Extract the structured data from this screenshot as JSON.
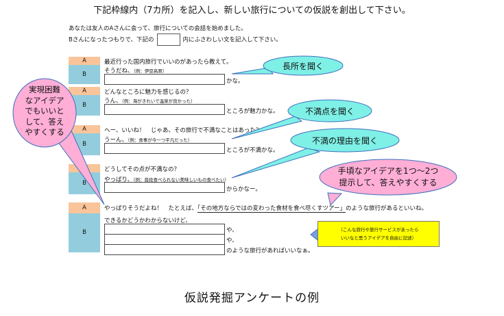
{
  "title": "下記枠線内（7カ所）を記入し、新しい旅行についての仮説を創出して下さい。",
  "intro_line1": "あなたは友人のAさんに会って、旅行についての会話を始めました。",
  "intro_line2_a": "Bさんになったつもりで、下記の",
  "intro_line2_b": "内にふさわしい文を記入して下さい。",
  "rows": [
    {
      "a": "A",
      "b": "B",
      "question": "最近行った国内旅行でいいのがあったら教えて。",
      "lead": "そうだね、",
      "example": "（例：伊豆高原）",
      "suffix": "かな。"
    },
    {
      "a": "A",
      "b": "B",
      "question": "どんなところに魅力を感じるの？",
      "lead": "うん、",
      "example": "（例：海がきれいで温泉が良かった）",
      "suffix": "ところが魅力かな。"
    },
    {
      "a": "A",
      "b": "B",
      "question": "へー、いいね！　じゃあ、その旅行で不満なことはあった？",
      "lead": "うーん、",
      "example": "（例：食事が今一つ平凡だった）",
      "suffix": "ところが不満かな。"
    },
    {
      "a": "A",
      "b": "B",
      "question": "どうしてその点が不満なの？",
      "lead": "やっぱり、",
      "example": "（例：普段食べられない美味しいもの食べたい）",
      "suffix": "からかなー。"
    }
  ],
  "last": {
    "a": "A",
    "b": "B",
    "question_pre": "やっぱりそうだよね！　たとえば、",
    "question_quote": "「その地方ならではの変わった食材を食べ尽くすツアー」",
    "question_post": "のような旅行があるといいね。",
    "lead": "できるかどうかわからないけど、",
    "suffix1": "や、",
    "suffix2": "や、",
    "suffix3": "のような旅行があればいいなぁ。"
  },
  "note_line1": "（こんな旅行や旅行サービスがあったら",
  "note_line2": "いいなと思うアイデアを自由に記述）",
  "callouts": {
    "strengths": "長所を聞く",
    "complaints": "不満点を聞く",
    "reason": "不満の理由を聞く",
    "idea_line1": "手頃なアイデアを1つ～2つ",
    "idea_line2": "提示して、答えやすくする",
    "left_line1": "実現困難",
    "left_line2": "なアイデア",
    "left_line3": "でもいいと",
    "left_line4": "して、答え",
    "left_line5": "やすくする"
  },
  "caption": "仮説発掘アンケートの例",
  "colors": {
    "a_tag": "#f9c49a",
    "b_tag": "#93cddd",
    "bubble_cyan": "#7ff0e6",
    "bubble_pink": "#ffaed6",
    "arrow_blue": "#7a9fe0",
    "note_yellow": "#ffff00"
  }
}
